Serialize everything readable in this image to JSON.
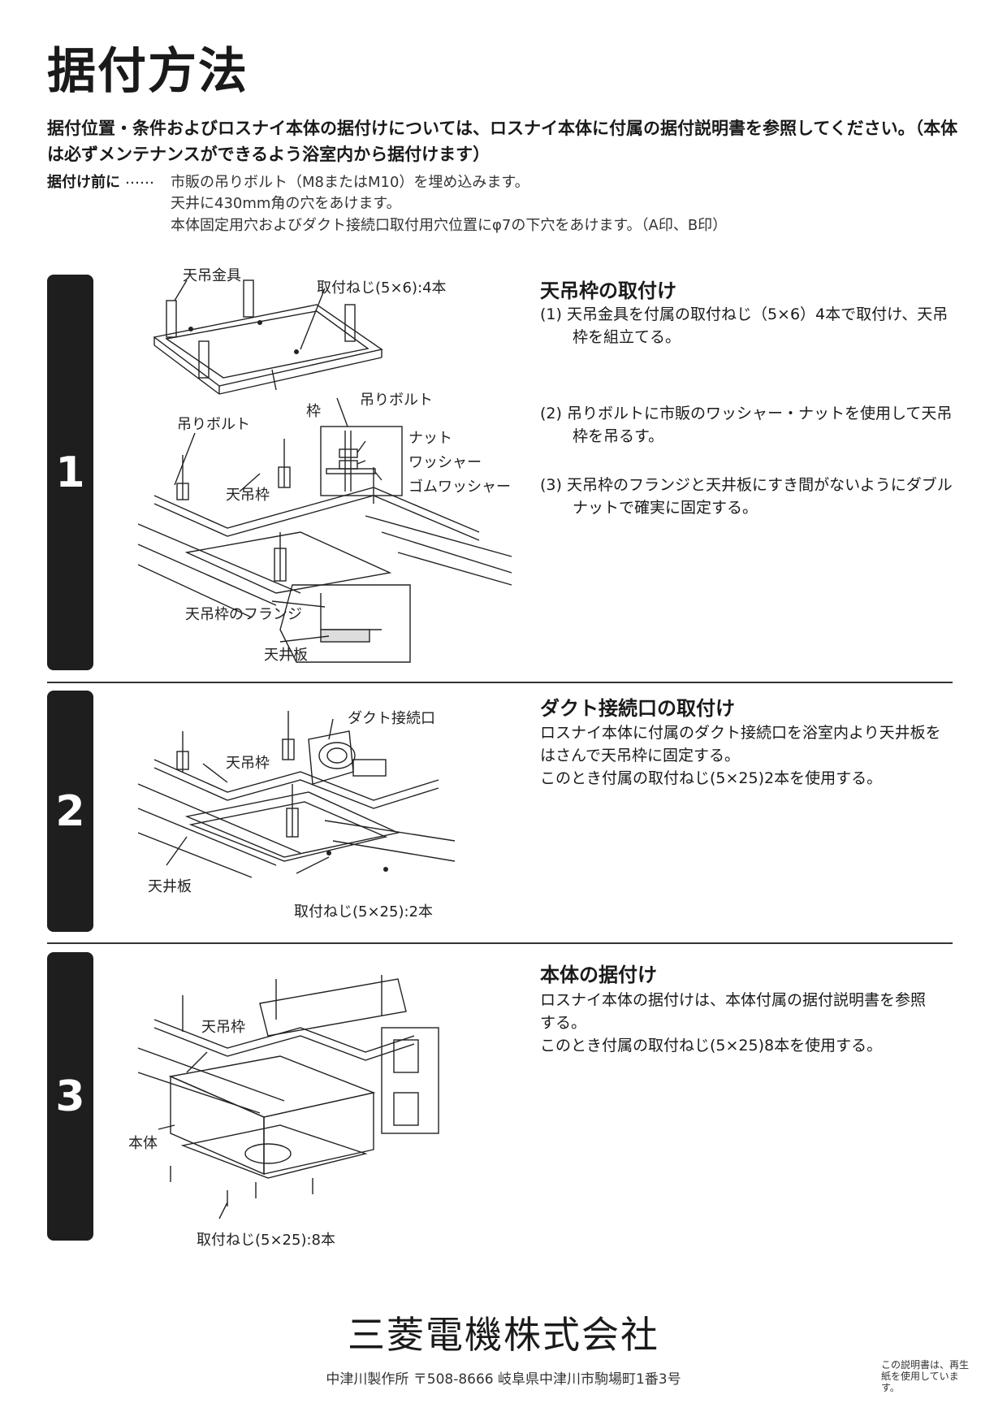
{
  "title": "据付方法",
  "intro": "据付位置・条件およびロスナイ本体の据付けについては、ロスナイ本体に付属の据付説明書を参照してください。（本体は必ずメンテナンスができるよう浴室内から据付けます）",
  "preparation": {
    "label": "据付け前に",
    "dots": "……",
    "lines": [
      "市販の吊りボルト（M8またはM10）を埋め込みます。",
      "天井に430mm角の穴をあけます。",
      "本体固定用穴およびダクト接続口取付用穴位置にφ7の下穴をあけます。（A印、B印）"
    ]
  },
  "steps": [
    {
      "number": "1",
      "heading": "天吊枠の取付け",
      "paragraphs": [
        "(1) 天吊金具を付属の取付ねじ（5×6）4本で取付け、天吊枠を組立てる。",
        "(2) 吊りボルトに市販のワッシャー・ナットを使用して天吊枠を吊るす。",
        "(3) 天吊枠のフランジと天井板にすき間がないようにダブルナットで確実に固定する。"
      ],
      "labels": {
        "bracket": "天吊金具",
        "screws": "取付ねじ(5×6):4本",
        "frame": "枠",
        "bolt_a": "吊りボルト",
        "bolt_b": "吊りボルト",
        "ceiling_frame": "天吊枠",
        "nut": "ナット",
        "washer": "ワッシャー",
        "rubber_washer": "ゴムワッシャー",
        "flange": "天吊枠のフランジ",
        "ceiling_board": "天井板"
      }
    },
    {
      "number": "2",
      "heading": "ダクト接続口の取付け",
      "text": [
        "ロスナイ本体に付属のダクト接続口を浴室内より天井板を",
        "はさんで天吊枠に固定する。",
        "このとき付属の取付ねじ(5×25)2本を使用する。"
      ],
      "labels": {
        "duct": "ダクト接続口",
        "ceiling_frame": "天吊枠",
        "ceiling_board": "天井板",
        "screws": "取付ねじ(5×25):2本"
      }
    },
    {
      "number": "3",
      "heading": "本体の据付け",
      "text": [
        "ロスナイ本体の据付けは、本体付属の据付説明書を参照",
        "する。",
        "このとき付属の取付ねじ(5×25)8本を使用する。"
      ],
      "labels": {
        "ceiling_frame": "天吊枠",
        "body": "本体",
        "screws": "取付ねじ(5×25):8本"
      }
    }
  ],
  "footer": {
    "company": "三菱電機株式会社",
    "address": "中津川製作所 〒508-8666 岐阜県中津川市駒場町1番3号",
    "recycle_note": "この説明書は、再生紙を使用しています。"
  }
}
